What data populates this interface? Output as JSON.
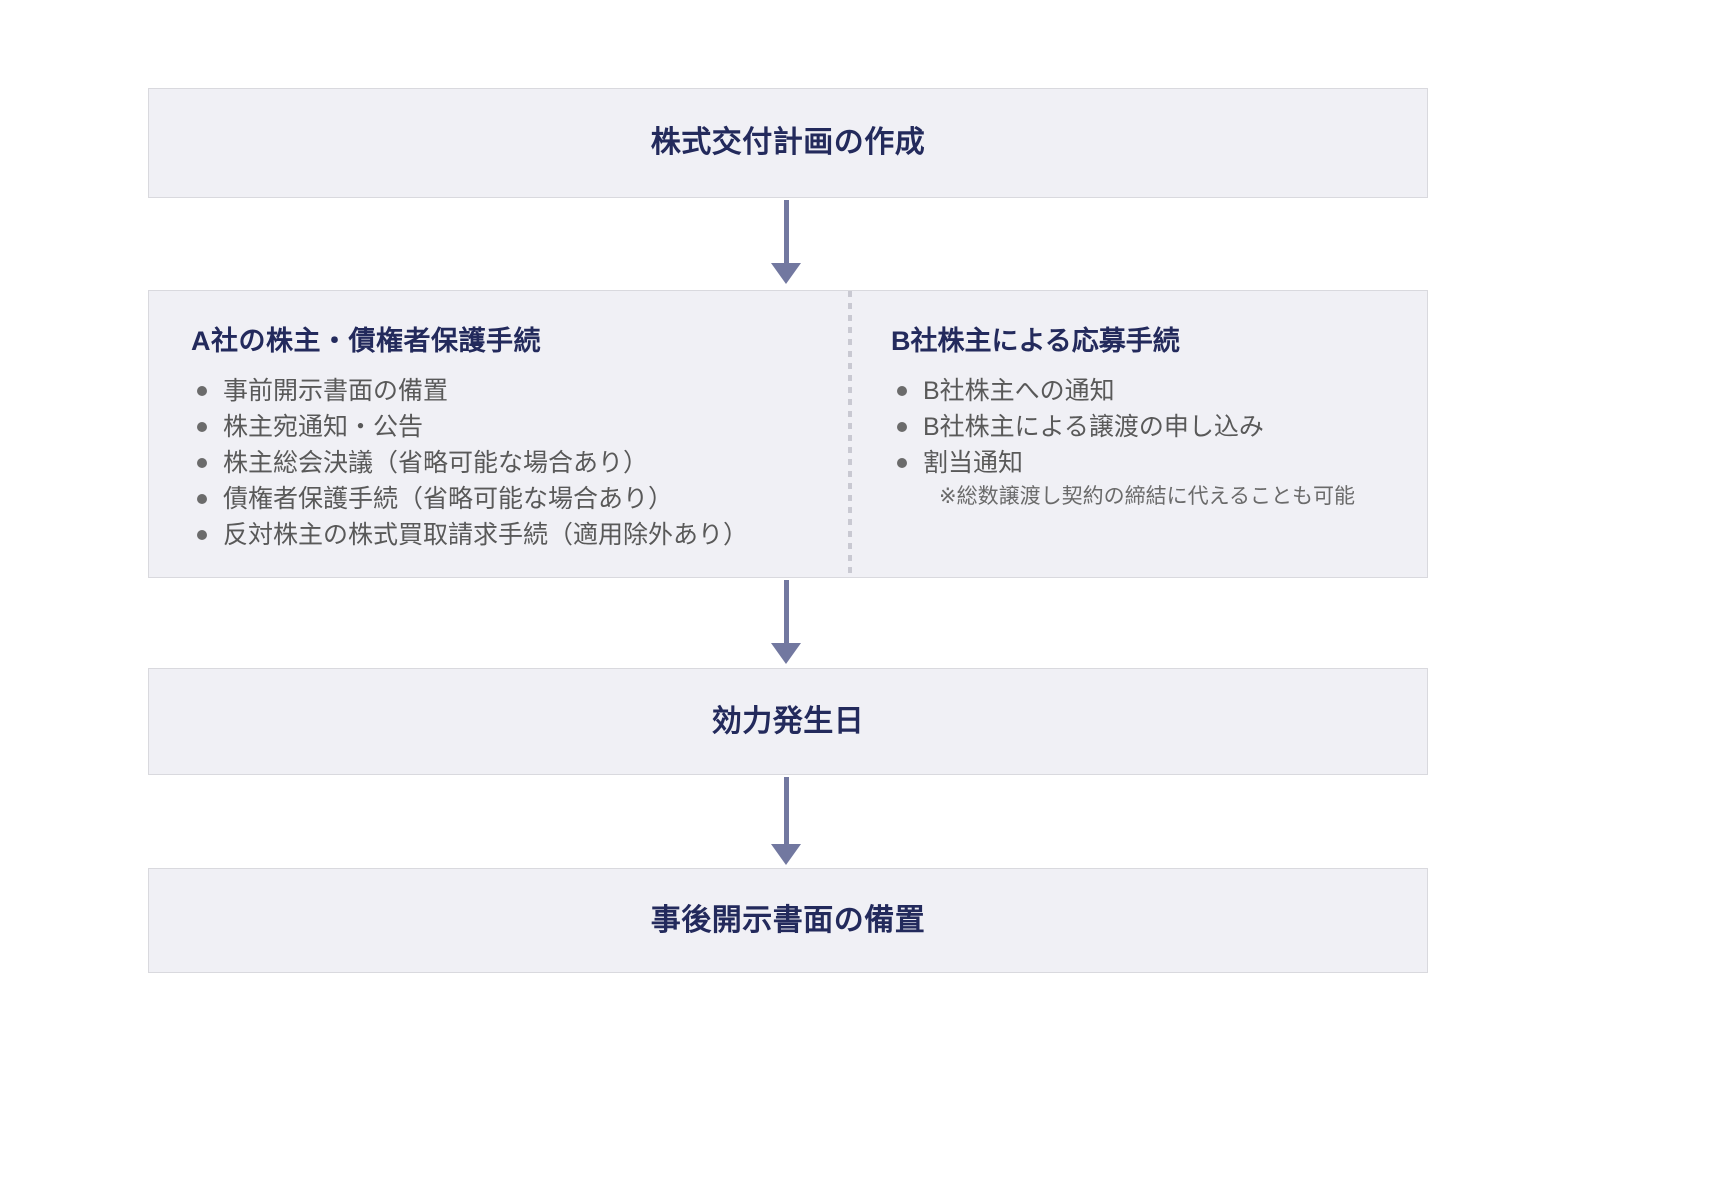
{
  "diagram": {
    "title_box": {
      "label": "株式交付計画の作成"
    },
    "split_section": {
      "left": {
        "heading": "A社の株主・債権者保護手続",
        "bullets": [
          "事前開示書面の備置",
          "株主宛通知・公告",
          "株主総会決議（省略可能な場合あり）",
          "債権者保護手続（省略可能な場合あり）",
          "反対株主の株式買取請求手続（適用除外あり）"
        ]
      },
      "right": {
        "heading": "B社株主による応募手続",
        "bullets": [
          "B社株主への通知",
          "B社株主による譲渡の申し込み",
          "割当通知"
        ],
        "note": "※総数譲渡し契約の締結に代えることも可能"
      }
    },
    "effective_date_box": {
      "label": "効力発生日"
    },
    "post_disclosure_box": {
      "label": "事後開示書面の備置"
    },
    "colors": {
      "box_fill": "#f0f0f5",
      "box_border": "#d9d9de",
      "heading_text": "#232a5c",
      "body_text": "#595959",
      "arrow": "#7278a0",
      "divider": "#c9c9d2",
      "background": "#ffffff"
    }
  }
}
